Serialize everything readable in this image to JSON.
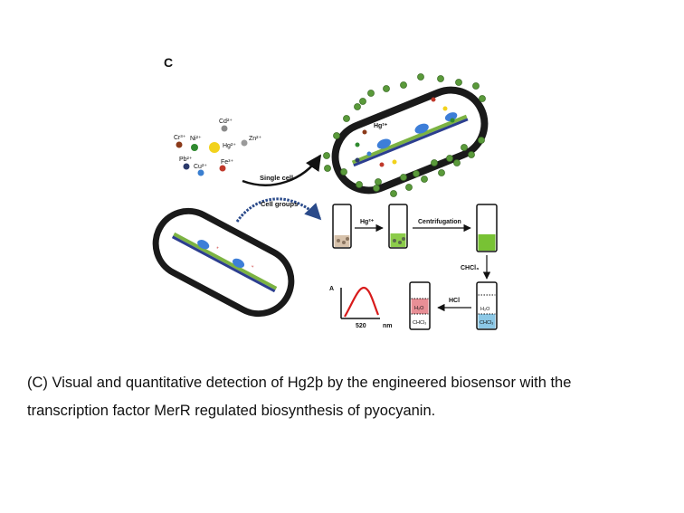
{
  "figure": {
    "panel_letter": "C",
    "ions": [
      "Cr³⁺",
      "Ni²⁺",
      "Cd²⁺",
      "Zn²⁺",
      "Hg²⁺",
      "Pb²⁺",
      "Cu²⁺",
      "Fe³⁺"
    ],
    "arrow_single": "Single cell",
    "arrow_groups": "Cell groups",
    "active_hg": "Hg²⁺",
    "step_hg": "Hg²⁺",
    "step_centrifugation": "Centrifugation",
    "step_chcl3": "CHCl₃",
    "step_hcl": "HCl",
    "tube_h2o": "H₂O",
    "tube_chcl3": "CHCl₃",
    "plot_axis_a": "A",
    "plot_tick_520": "520",
    "plot_unit_nm": "nm",
    "colors": {
      "cell_outline": "#1a1a1a",
      "pyocyanin_green": "#5a9a3a",
      "merR_blue": "#3d7ed8",
      "dna_green": "#7cb342",
      "dna_navy": "#2c3e8f",
      "red_curve": "#d81b1b",
      "pink_phase": "#e88f96",
      "blue_phase": "#8cc8e6"
    }
  },
  "caption": {
    "line1": "(C) Visual and quantitative detection of Hg2þ by the engineered biosensor with the",
    "line2": "transcription factor MerR regulated biosynthesis of pyocyanin."
  }
}
